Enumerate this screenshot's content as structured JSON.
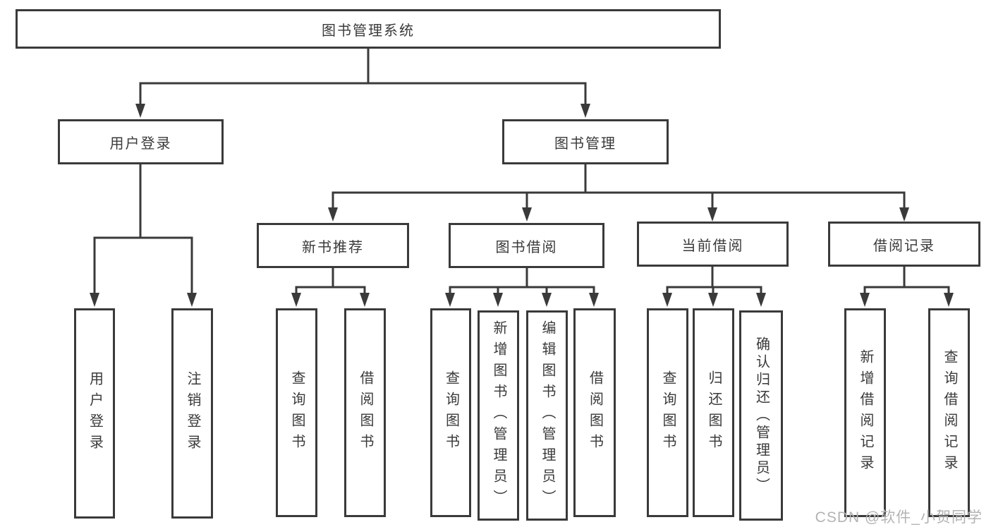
{
  "diagram": {
    "root": "图书管理系统",
    "level2": {
      "user_login": "用户登录",
      "book_management": "图书管理"
    },
    "level3": {
      "new_book_recommend": "新书推荐",
      "book_borrow": "图书借阅",
      "current_borrow": "当前借阅",
      "borrow_records": "借阅记录"
    },
    "leaves": {
      "user_login": "用户登录",
      "logout": "注销登录",
      "nb_query_books": "查询图书",
      "nb_borrow_books": "借阅图书",
      "bb_query_books": "查询图书",
      "bb_add_books_admin": "新增图书（管理员）",
      "bb_edit_books_admin": "编辑图书（管理员）",
      "bb_borrow_books": "借阅图书",
      "cb_query_books": "查询图书",
      "cb_return_books": "归还图书",
      "cb_confirm_return_admin": "确认归还（管理员）",
      "br_add_record": "新增借阅记录",
      "br_query_record": "查询借阅记录"
    }
  },
  "watermark": "CSDN @软件_小贺同学",
  "colors": {
    "line": "#3a3a3a",
    "text": "#3a3a3a",
    "watermark": "#b3b3b3",
    "background": "#ffffff"
  }
}
